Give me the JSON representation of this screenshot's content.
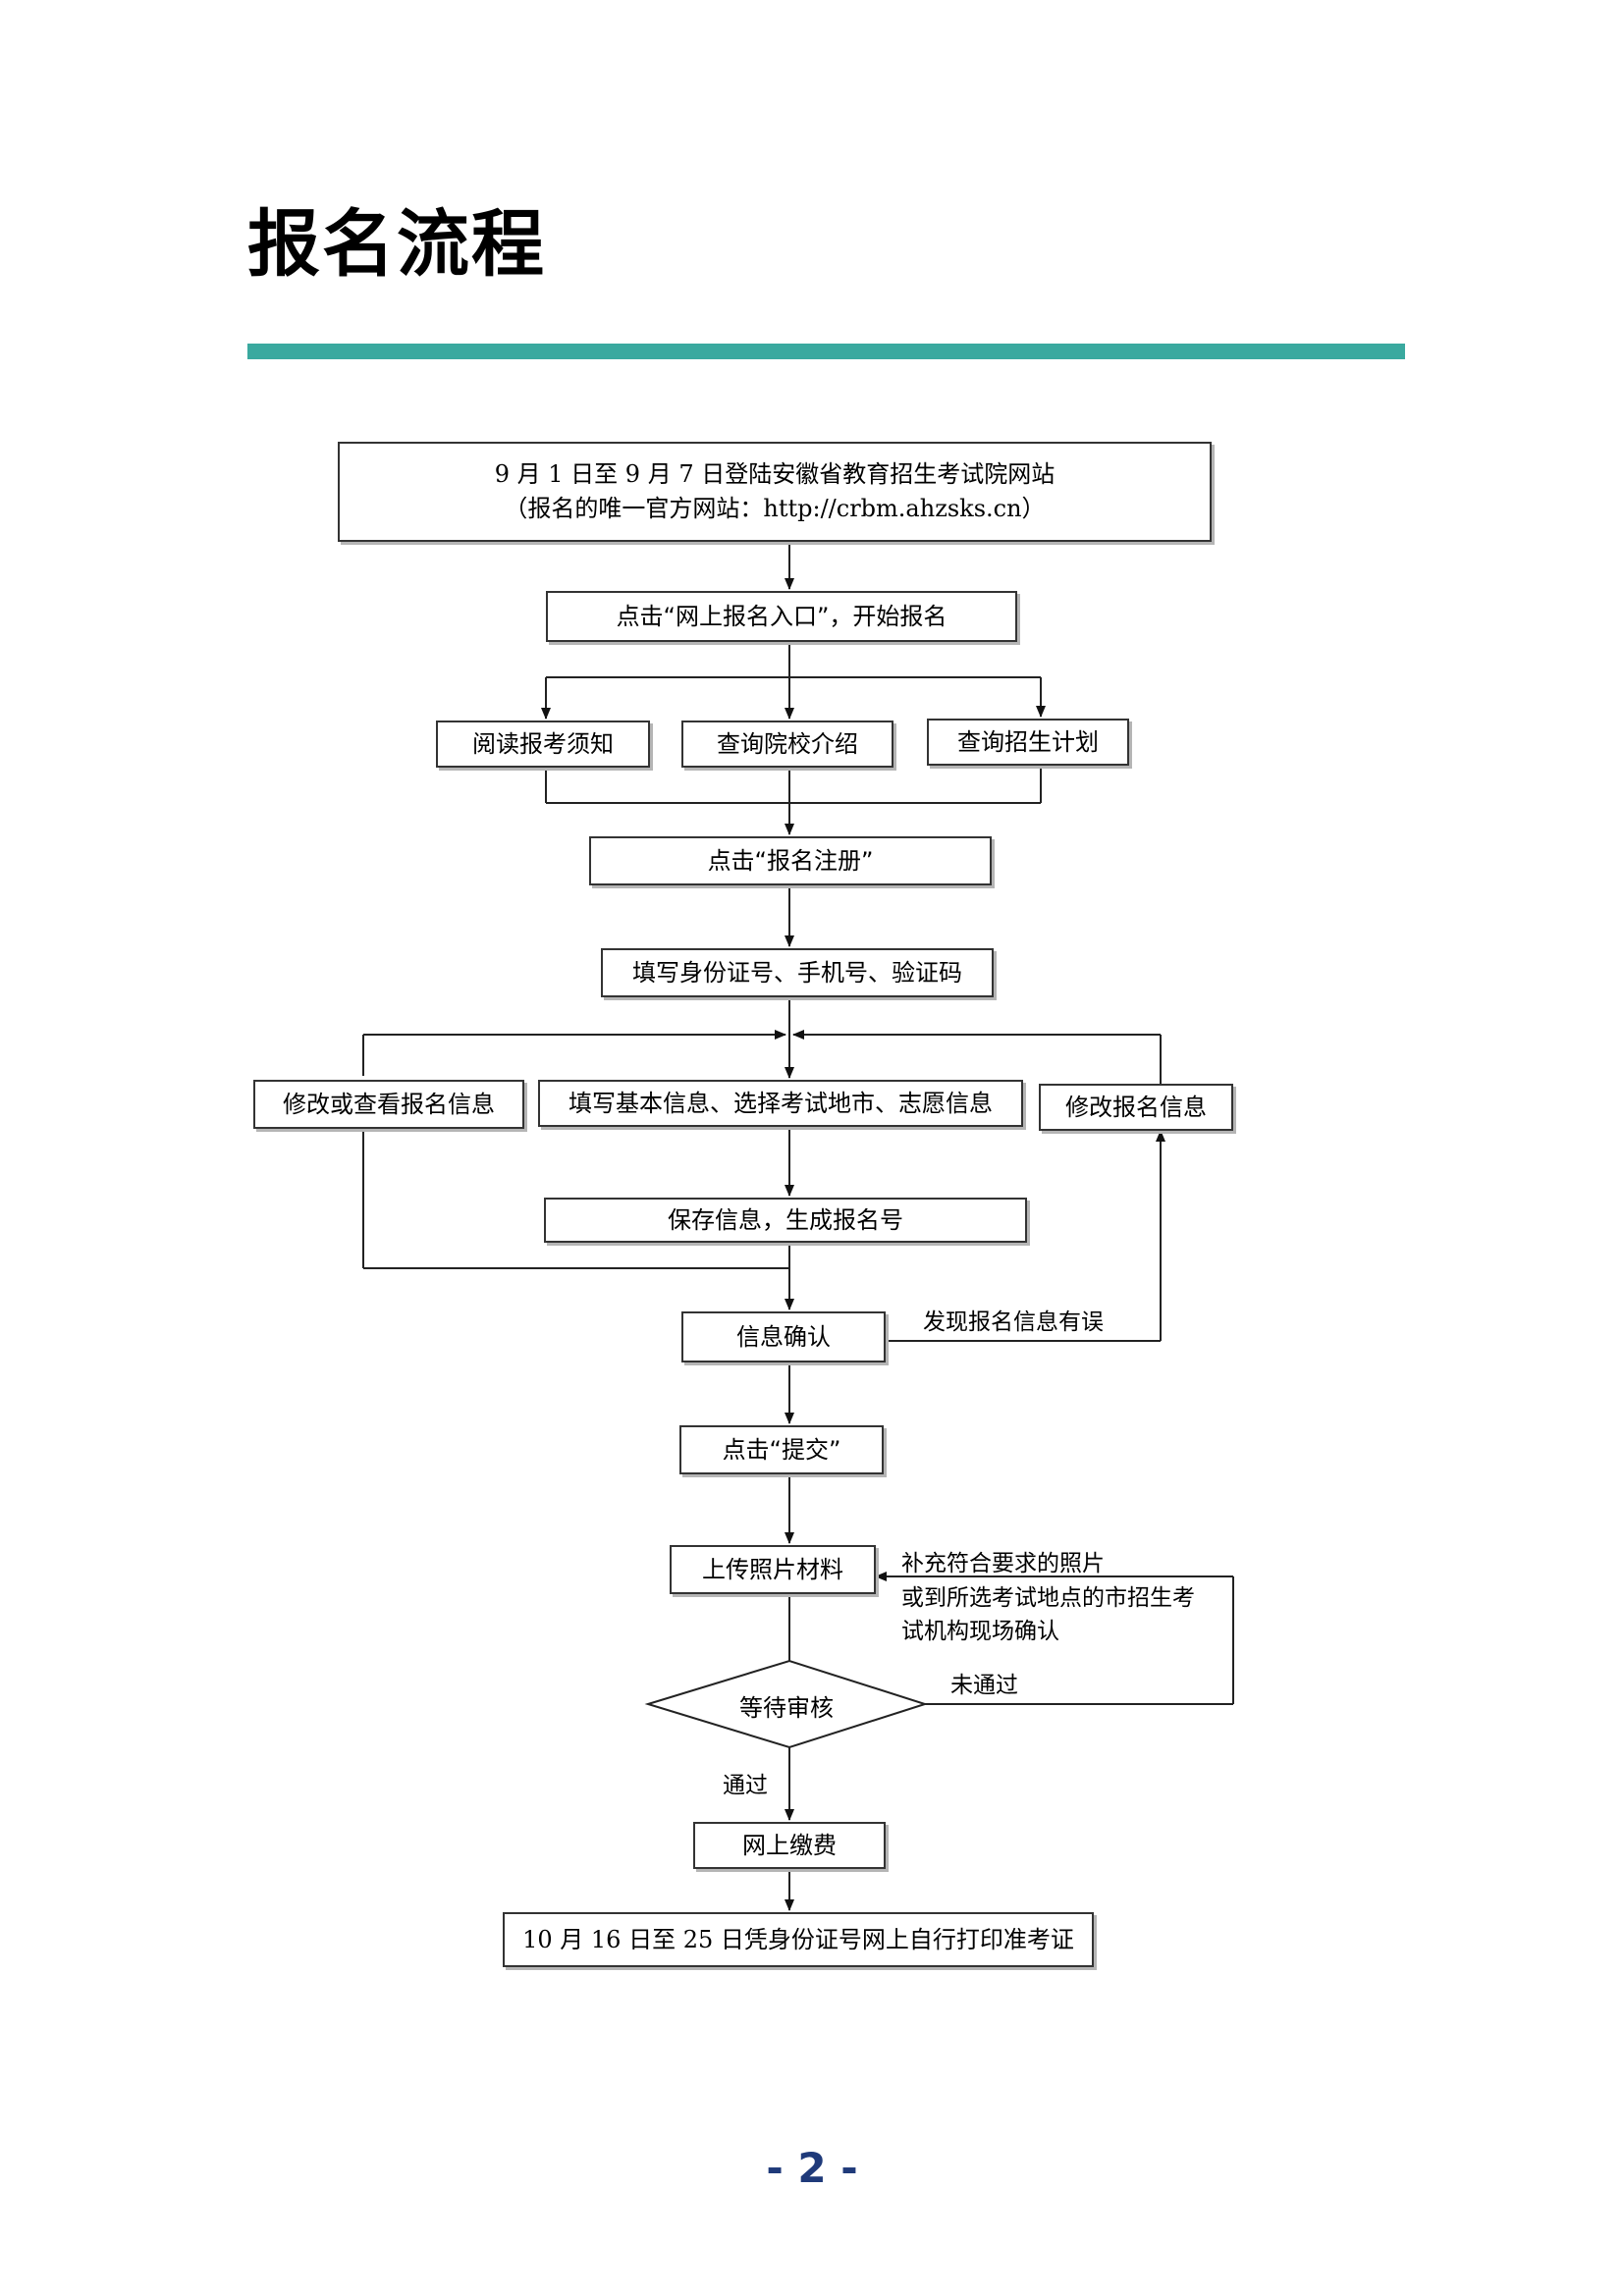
{
  "page": {
    "title": "报名流程",
    "page_number": "- 2 -",
    "accent_color": "#3aa99f",
    "page_number_color": "#1f3a7a"
  },
  "flow": {
    "step_login": {
      "line1": "9 月 1 日至 9 月 7 日登陆安徽省教育招生考试院网站",
      "line2": "（报名的唯一官方网站：http://crbm.ahzsks.cn）"
    },
    "step_entry": "点击“网上报名入口”，开始报名",
    "step_read_notice": "阅读报考须知",
    "step_query_intro": "查询院校介绍",
    "step_query_plan": "查询招生计划",
    "step_register": "点击“报名注册”",
    "step_fill_id": "填写身份证号、手机号、验证码",
    "step_modify_view": "修改或查看报名信息",
    "step_fill_basic": "填写基本信息、选择考试地市、志愿信息",
    "step_modify_info": "修改报名信息",
    "step_save": "保存信息，生成报名号",
    "step_confirm": "信息确认",
    "label_found_error": "发现报名信息有误",
    "step_submit": "点击“提交”",
    "step_upload": "上传照片材料",
    "label_supplement": {
      "line1": "补充符合要求的照片",
      "line2": "或到所选考试地点的市招生考",
      "line3": "试机构现场确认"
    },
    "step_wait_review": "等待审核",
    "label_not_passed": "未通过",
    "label_passed": "通过",
    "step_pay": "网上缴费",
    "step_print": "10 月 16 日至 25 日凭身份证号网上自行打印准考证"
  }
}
